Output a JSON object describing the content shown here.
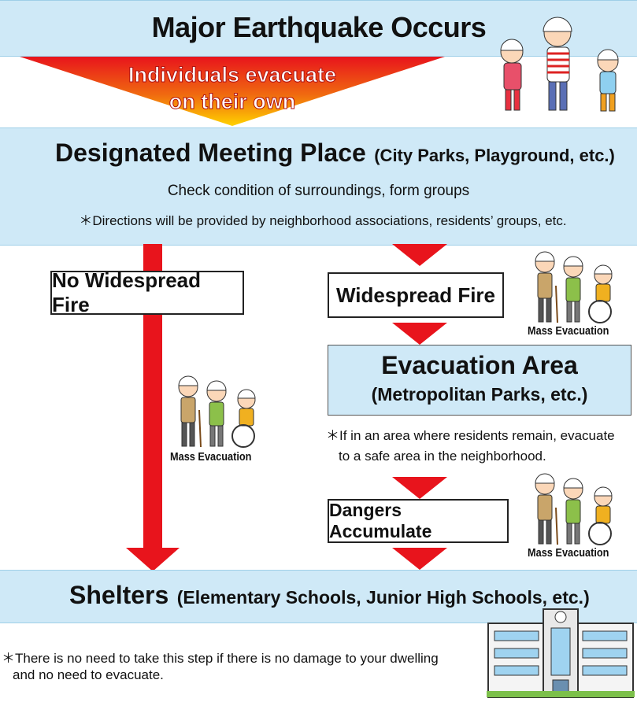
{
  "header": {
    "title": "Major Earthquake Occurs"
  },
  "funnel": {
    "line1": "Individuals evacuate",
    "line2": "on their own"
  },
  "meeting": {
    "title": "Designated Meeting Place",
    "subtitle": "(City Parks, Playground, etc.)",
    "line1": "Check condition of surroundings, form groups",
    "line2": "＊Directions will be provided by neighborhood associations, residents’ groups, etc."
  },
  "left": {
    "box": "No Widespread Fire",
    "caption": "Mass Evacuation"
  },
  "right": {
    "box": "Widespread Fire",
    "caption1": "Mass Evacuation",
    "area_title": "Evacuation Area",
    "area_subtitle": "(Metropolitan Parks, etc.)",
    "note_line1": "＊If in an area where residents remain, evacuate",
    "note_line2": "to a safe area in the neighborhood.",
    "dangers": "Dangers Accumulate",
    "caption2": "Mass Evacuation"
  },
  "shelters": {
    "title": "Shelters",
    "subtitle": "(Elementary Schools, Junior High Schools, etc.)"
  },
  "footnote": {
    "line1": "＊There is no need to take this step if there is no damage to your dwelling",
    "line2": "and no need to evacuate."
  },
  "colors": {
    "band": "#cfe9f7",
    "arrow": "#e8141c",
    "funnel_top": "#e8141c",
    "funnel_bottom": "#ffd200"
  }
}
